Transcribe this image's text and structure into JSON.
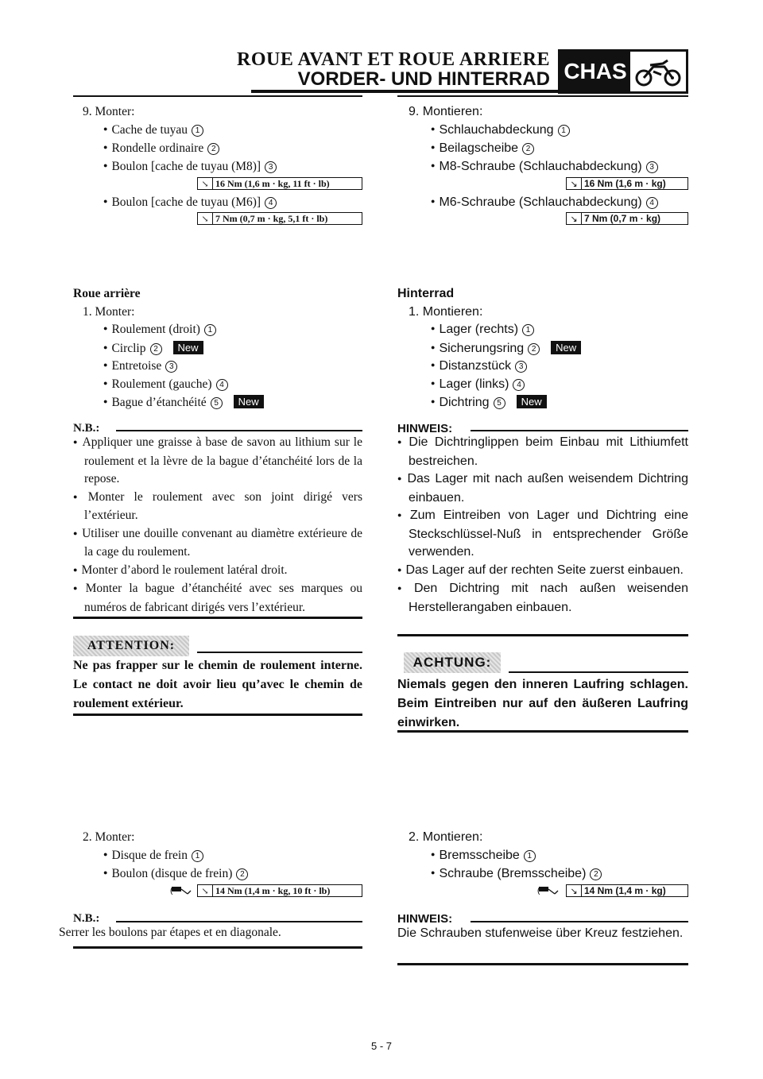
{
  "header": {
    "title_fr": "ROUE AVANT ET ROUE ARRIERE",
    "title_de": "VORDER- UND HINTERRAD",
    "section": "CHAS",
    "icon": "motorcycle-icon"
  },
  "fr": {
    "step9": {
      "title": "9.  Monter:",
      "items": [
        "Cache de tuyau",
        "Rondelle ordinaire",
        "Boulon [cache de tuyau (M8)]",
        "Boulon [cache de tuyau (M6)]"
      ],
      "nums": [
        "1",
        "2",
        "3",
        "4"
      ],
      "torque1": "16 Nm (1,6 m · kg, 11 ft · lb)",
      "torque2": "7 Nm (0,7 m · kg, 5,1 ft · lb)"
    },
    "rear": {
      "title": "Roue arrière",
      "step1": "1.  Monter:",
      "items": [
        "Roulement (droit)",
        "Circlip",
        "Entretoise",
        "Roulement (gauche)",
        "Bague d’étanchéité"
      ],
      "nums": [
        "1",
        "2",
        "3",
        "4",
        "5"
      ],
      "new": "New"
    },
    "note1": {
      "head": "N.B.:",
      "lines": [
        "Appliquer une graisse à base de savon au lithium sur le roulement et la lèvre de la bague d’étanchéité lors de la repose.",
        "Monter le roulement avec son joint dirigé vers l’extérieur.",
        "Utiliser une douille convenant au diamètre extérieure de la cage du roulement.",
        "Monter d’abord le roulement latéral droit.",
        "Monter la bague d’étanchéité avec ses marques ou numéros de fabricant dirigés vers l’extérieur."
      ]
    },
    "attention": {
      "head": "ATTENTION:",
      "text": "Ne pas frapper sur le chemin de roulement interne. Le contact ne doit avoir lieu qu’avec le chemin de roulement extérieur."
    },
    "step2": {
      "title": "2.  Monter:",
      "items": [
        "Disque de frein",
        "Boulon (disque de frein)"
      ],
      "nums": [
        "1",
        "2"
      ],
      "torque": "14 Nm (1,4 m · kg, 10 ft · lb)"
    },
    "note2": {
      "head": "N.B.:",
      "text": "Serrer les boulons par étapes et en diagonale."
    }
  },
  "de": {
    "step9": {
      "title": "9.  Montieren:",
      "items": [
        "Schlauchabdeckung",
        "Beilagscheibe",
        "M8-Schraube (Schlauchabdeckung)",
        "M6-Schraube (Schlauchabdeckung)"
      ],
      "nums": [
        "1",
        "2",
        "3",
        "4"
      ],
      "torque1": "16 Nm (1,6 m · kg)",
      "torque2": "7 Nm (0,7 m · kg)"
    },
    "rear": {
      "title": "Hinterrad",
      "step1": "1.  Montieren:",
      "items": [
        "Lager (rechts)",
        "Sicherungsring",
        "Distanzstück",
        "Lager (links)",
        "Dichtring"
      ],
      "nums": [
        "1",
        "2",
        "3",
        "4",
        "5"
      ],
      "new": "New"
    },
    "note1": {
      "head": "HINWEIS:",
      "lines": [
        "Die Dichtringlippen beim Einbau mit Lithiumfett bestreichen.",
        "Das Lager mit nach außen weisendem Dichtring einbauen.",
        "Zum Eintreiben von Lager und Dichtring eine Steckschlüssel-Nuß in entsprechender Größe verwenden.",
        "Das Lager auf der rechten Seite zuerst einbauen.",
        "Den Dichtring mit nach außen weisenden Herstellerangaben einbauen."
      ]
    },
    "attention": {
      "head": "ACHTUNG:",
      "text": "Niemals gegen den inneren Laufring schlagen. Beim Eintreiben nur auf den äußeren Laufring einwirken."
    },
    "step2": {
      "title": "2.  Montieren:",
      "items": [
        "Bremsscheibe",
        "Schraube (Bremsscheibe)"
      ],
      "nums": [
        "1",
        "2"
      ],
      "torque": "14 Nm (1,4 m · kg)"
    },
    "note2": {
      "head": "HINWEIS:",
      "text": "Die Schrauben stufenweise über Kreuz festziehen."
    }
  },
  "page_number": "5 - 7"
}
